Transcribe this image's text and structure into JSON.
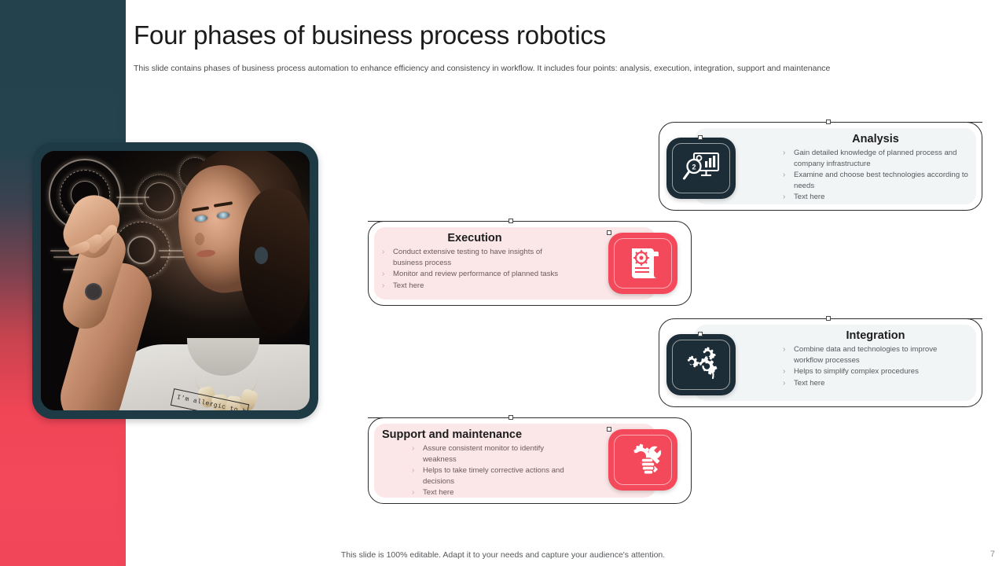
{
  "header": {
    "title": "Four phases of business process robotics",
    "subtitle": "This slide contains phases of business process automation to enhance efficiency and consistency in workflow. It includes four points: analysis, execution, integration, support and maintenance"
  },
  "photo": {
    "alt": "Woman interacting with holographic technology interface",
    "tshirt_text": "I'm allergic to basic"
  },
  "colors": {
    "dark_teal": "#1d2d37",
    "accent_red": "#f4495a",
    "panel_light": "#f2f5f6",
    "panel_pink": "#fbe7e8",
    "band_top": "#23424d",
    "band_bottom": "#f1455a"
  },
  "cards": [
    {
      "id": "analysis",
      "title": "Analysis",
      "theme": "dark",
      "icon": "magnifier-chart-monitor-icon",
      "icon_side": "left",
      "title_align": "center",
      "bullets": [
        "Gain detailed knowledge of planned process and company infrastructure",
        "Examine and choose best technologies according to needs",
        "Text here"
      ]
    },
    {
      "id": "execution",
      "title": "Execution",
      "theme": "red",
      "icon": "document-gear-icon",
      "icon_side": "right",
      "title_align": "center",
      "bullets": [
        "Conduct extensive testing to have insights of business process",
        "Monitor and review performance of planned tasks",
        "Text here"
      ]
    },
    {
      "id": "integration",
      "title": "Integration",
      "theme": "dark",
      "icon": "gears-sync-icon",
      "icon_side": "left",
      "title_align": "center",
      "bullets": [
        "Combine data and technologies to improve workflow processes",
        "Helps to simplify complex procedures",
        "Text here"
      ]
    },
    {
      "id": "support",
      "title": "Support and maintenance",
      "theme": "red",
      "icon": "hand-wrench-gear-icon",
      "icon_side": "right",
      "title_align": "left",
      "bullets": [
        "Assure consistent monitor to identify weakness",
        "Helps to take timely corrective actions and decisions",
        "Text here"
      ]
    }
  ],
  "bullet_marker": "›",
  "footer": {
    "note": "This slide is 100% editable. Adapt it to your needs and capture your audience's attention.",
    "page_number": "7"
  }
}
